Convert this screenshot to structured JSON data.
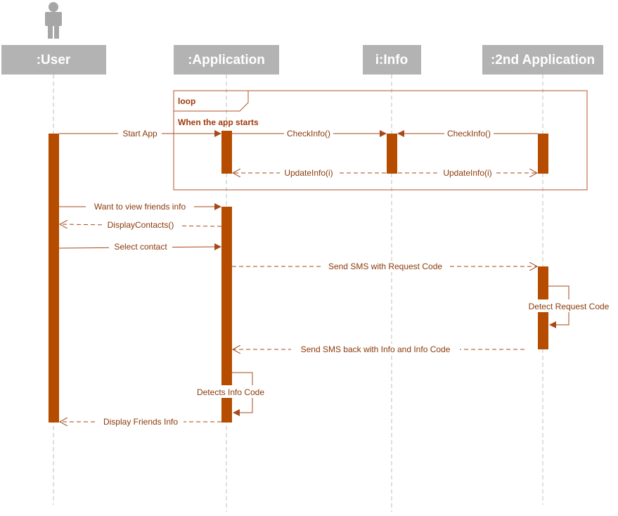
{
  "participants": [
    {
      "id": "user",
      "label": ":User"
    },
    {
      "id": "app",
      "label": ":Application"
    },
    {
      "id": "info",
      "label": "i:Info"
    },
    {
      "id": "app2",
      "label": ":2nd Application"
    }
  ],
  "fragment": {
    "operator": "loop",
    "guard": "When the app starts"
  },
  "messages": [
    {
      "label": "Start App",
      "type": "sync"
    },
    {
      "label": "CheckInfo()",
      "type": "sync"
    },
    {
      "label": "CheckInfo()",
      "type": "sync"
    },
    {
      "label": "UpdateInfo(i)",
      "type": "return"
    },
    {
      "label": "UpdateInfo(i)",
      "type": "return"
    },
    {
      "label": "Want to view friends info",
      "type": "sync"
    },
    {
      "label": "DisplayContacts()",
      "type": "return"
    },
    {
      "label": "Select contact",
      "type": "sync"
    },
    {
      "label": "Send SMS with Request Code",
      "type": "async"
    },
    {
      "label": "Detect Request Code",
      "type": "self"
    },
    {
      "label": "Send SMS back with Info and Info Code",
      "type": "return"
    },
    {
      "label": "Detects Info Code",
      "type": "self"
    },
    {
      "label": "Display Friends Info",
      "type": "return"
    }
  ],
  "colors": {
    "header_bg": "#b3b3b3",
    "header_text": "#ffffff",
    "activation": "#b54c00",
    "message_line": "#a64a1a",
    "message_text": "#8a3a0a",
    "fragment_border": "#b5532a",
    "lifeline": "#bfbfbf",
    "actor": "#a6a6a6"
  }
}
